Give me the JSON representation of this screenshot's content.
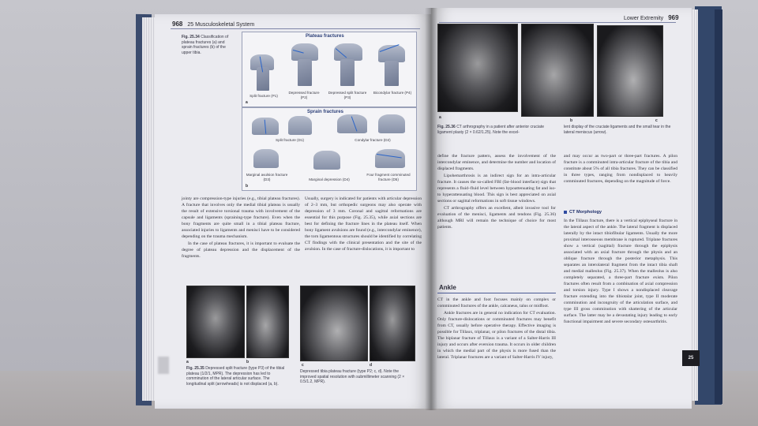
{
  "left_page": {
    "page_number": "968",
    "running_head": "25 Musculoskeletal System",
    "fig34": {
      "caption_label": "Fig. 25.34",
      "caption": "Classification of plateau fractures (a) and sprain fractures (b) of the upper tibia.",
      "plateau_heading": "Plateau fractures",
      "sprain_heading": "Sprain fractures",
      "panel_a": "a",
      "panel_b": "b",
      "plateau_labels": [
        "Split fracture (P1)",
        "Depressed fracture (P2)",
        "Depressed split fracture (P3)",
        "Bicondylar fracture (P4)"
      ],
      "sprain_labels": [
        "Split fracture (D1)",
        "Condylar fracture (D2)",
        "Marginal avulsion fracture (D3)",
        "Marginal depression (D4)",
        "Four fragment comminuted fracture (D5)"
      ]
    },
    "col1_text": "jointy are compression-type injuries (e.g., tibial plateau fractures). A fracture that involves only the medial tibial plateau is usually the result of extensive torsional trauma with involvement of the capsule and ligaments (spraining-type fracture). Even when the bony fragments are quite small in a tibial plateau fracture, associated injuries to ligaments and menisci have to be considered depending on the trauma mechanism.",
    "col1_text2": "In the case of plateau fractures, it is important to evaluate the degree of plateau depression and the displacement of the fragments.",
    "col2_text": "Usually, surgery is indicated for patients with articular depression of 2–3 mm, but orthopedic surgeons may also operate with depression of 3 mm. Coronal and sagittal reformations are essential for this purpose (Fig. 25.35), while axial sections are best for defining the fracture lines in the plateau itself. When bony ligament avulsions are found (e.g., intercondylar eminence), the torn ligamentous structures should be identified by correlating CT findings with the clinical presentation and the site of the avulsion. In the case of fracture-dislocations, it is important to",
    "fig35": {
      "label_a": "a",
      "label_b": "b",
      "caption_label": "Fig. 25.35",
      "caption": "Depressed split fracture (type P3) of the tibial plateau (1/2/1, MPR). The depression has led to comminution of the lateral articular surface. The longitudinal split (arrowheads) is not displaced (a, b)."
    },
    "fig_cd": {
      "label_c": "c",
      "label_d": "d",
      "caption": "Depressed tibia plateau fracture (type P2; c, d). Note the improved spatial resolution with submillimeter scanning (2 × 0.5/1.2, MPR)."
    }
  },
  "right_page": {
    "page_number": "969",
    "running_head": "Lower Extremity",
    "fig36": {
      "label_a": "a",
      "label_b": "b",
      "label_c": "c",
      "caption_label": "Fig. 25.36",
      "caption_left": "CT arthrography in a patient after anterior cruciate ligament plasty (2 × 0.62/1.25). Note the excel-",
      "caption_right": "lent display of the cruciate ligaments and the small tear in the lateral meniscus (arrow)."
    },
    "col1_text": "define the fracture pattern, assess the involvement of the intercondylar eminence, and determine the number and location of displaced fragments.",
    "col1_text2": "Lipohemarthrosis is an indirect sign for an intra-articular fracture. It causes the so-called FBI (fat–blood interface) sign that represents a fluid–fluid level between hypoattenuating fat and iso- to hyperattenuating blood. This sign is best appreciated on axial sections or sagittal reformations in soft tissue windows.",
    "col1_text3": "CT arthrography offers an excellent, albeit invasive tool for evaluation of the menisci, ligaments and tendons (Fig. 25.36) although MRI will remain the technique of choice for most patients.",
    "ankle_heading": "Ankle",
    "ankle_text": "CT in the ankle and foot focuses mainly on complex or comminuted fractures of the ankle, calcaneus, talus or midfoot.",
    "ankle_text2": "Ankle fractures are in general no indication for CT evaluation. Only fracture-dislocations or comminuted fractures may benefit from CT, usually before operative therapy. Effective imaging is possible for Tillaux, triplanar, or pilon fractures of the distal tibia. The biplanar fracture of Tillaux is a variant of a Salter-Harris III injury and occurs after eversion trauma. It occurs in older children in which the medial part of the physis is more fused than the lateral. Triplanar fractures are a variant of Salter-Harris IV injury,",
    "col2_text": "and may occur as two-part or three-part fractures. A pilon fracture is a comminuted intra-articular fracture of the tibia and constitute about 5% of all tibia fractures. They can be classified in three types, ranging from nondisplaced to heavily comminuted fractures, depending on the magnitude of force.",
    "ct_morph_heading": "CT Morphology",
    "col2_text2": "In the Tillaux fracture, there is a vertical epiphyseal fracture in the lateral aspect of the ankle. The lateral fragment is displaced laterally by the intact tibiofibular ligaments. Usually the more proximal interosseous membrane is ruptured. Triplane fractures show a vertical (sagittal) fracture through the epiphysis associated with an axial fracture through the physis and an oblique fracture through the posterior metaphysis. This separates an interolateral fragment from the intact tibia shaft and medial malleolus (Fig. 25.37). When the malleolus is also completely separated, a three-part fracture exists. Pilon fractures often result from a combination of axial compression and torsion injury. Type I shows a nondisplaced cleavage fracture extending into the tibiotalar joint, type II moderate comminution and incongruity of the articulation surface, and type III gross comminution with shattering of the articular surface. The latter may be a devastating injury leading to early functional impairment and severe secondary osteoarthritis.",
    "thumb_tab": "25"
  }
}
